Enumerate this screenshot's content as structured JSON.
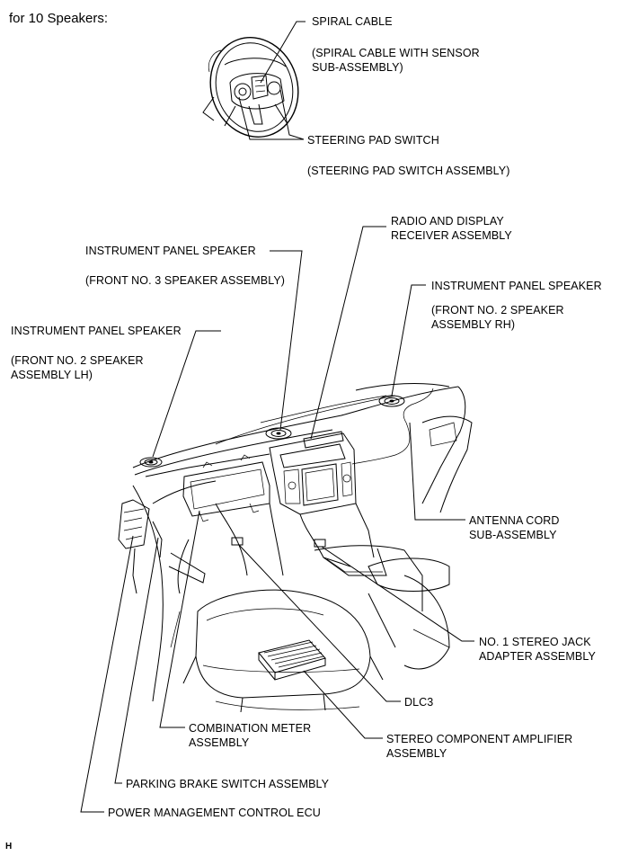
{
  "header": "for 10 Speakers:",
  "labels": {
    "spiral_cable": "SPIRAL CABLE",
    "spiral_cable_sub_1": "(SPIRAL CABLE WITH SENSOR",
    "spiral_cable_sub_2": "SUB-ASSEMBLY)",
    "steering_pad_switch": "STEERING PAD SWITCH",
    "steering_pad_switch_sub": "(STEERING PAD SWITCH ASSEMBLY)",
    "radio_1": "RADIO AND DISPLAY",
    "radio_2": "RECEIVER ASSEMBLY",
    "ip_speaker_center": "INSTRUMENT PANEL SPEAKER",
    "ip_speaker_center_sub": "(FRONT NO. 3 SPEAKER ASSEMBLY)",
    "ip_speaker_rh": "INSTRUMENT PANEL SPEAKER",
    "ip_speaker_rh_sub_1": "(FRONT NO. 2 SPEAKER",
    "ip_speaker_rh_sub_2": "ASSEMBLY RH)",
    "ip_speaker_lh": "INSTRUMENT PANEL SPEAKER",
    "ip_speaker_lh_sub_1": "(FRONT NO. 2 SPEAKER",
    "ip_speaker_lh_sub_2": "ASSEMBLY LH)",
    "antenna_1": "ANTENNA CORD",
    "antenna_2": "SUB-ASSEMBLY",
    "stereo_jack_1": "NO. 1 STEREO JACK",
    "stereo_jack_2": "ADAPTER ASSEMBLY",
    "dlc3": "DLC3",
    "amp_1": "STEREO COMPONENT AMPLIFIER",
    "amp_2": "ASSEMBLY",
    "meter_1": "COMBINATION METER",
    "meter_2": "ASSEMBLY",
    "parking_brake": "PARKING BRAKE SWITCH ASSEMBLY",
    "power_mgmt": "POWER MANAGEMENT CONTROL ECU"
  },
  "footer_code": "H"
}
